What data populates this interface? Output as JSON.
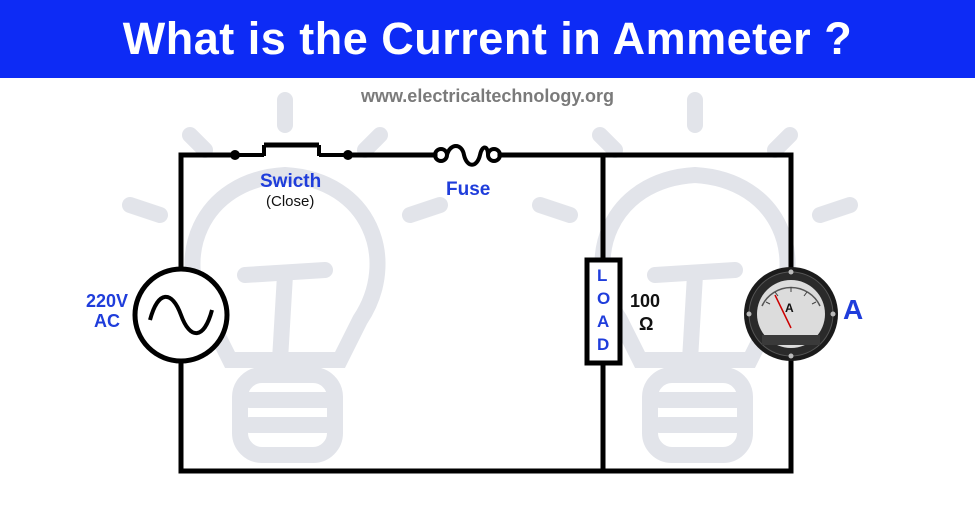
{
  "header": {
    "title": "What is the Current in Ammeter ?"
  },
  "website": "www.electricaltechnology.org",
  "source": {
    "voltage": "220V",
    "type": "AC"
  },
  "switch": {
    "label": "Swicth",
    "state": "(Close)"
  },
  "fuse": {
    "label": "Fuse"
  },
  "load": {
    "letters": [
      "L",
      "O",
      "A",
      "D"
    ],
    "resistance_value": "100",
    "resistance_unit": "Ω"
  },
  "ammeter": {
    "label": "A",
    "dial_letter": "A"
  },
  "colors": {
    "banner": "#0d2bf5",
    "label_blue": "#1f3ddb",
    "wire": "#000000"
  }
}
